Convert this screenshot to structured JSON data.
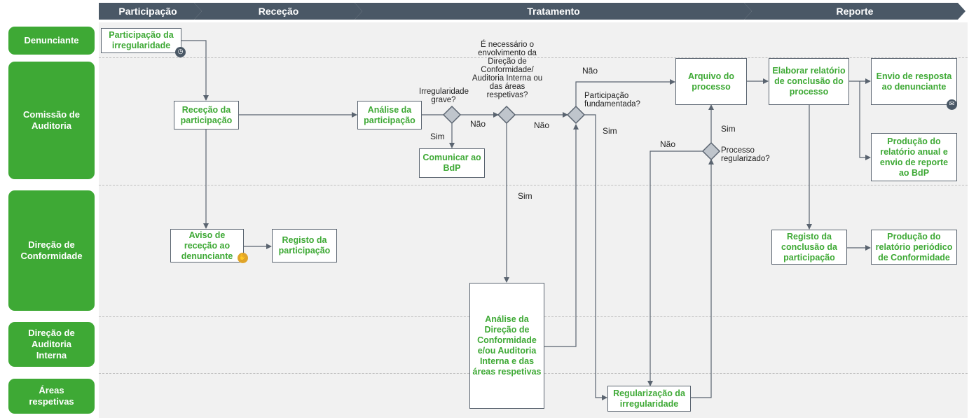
{
  "colors": {
    "lane_green": "#3ea935",
    "phase_bar": "#4a5866",
    "box_text": "#3ea935",
    "connector": "#5a6470",
    "decision_fill": "#bfc5cc",
    "badge_dark": "#4a5866",
    "badge_orange": "#e0a52a"
  },
  "phases": [
    "Participação",
    "Receção",
    "Tratamento",
    "Reporte"
  ],
  "lanes": [
    "Denunciante",
    "Comissão  de\nAuditoria",
    "Direção de\nConformidade",
    "Direção de\nAuditoria\nInterna",
    "Áreas\nrespetivas"
  ],
  "boxes": {
    "participacao": "Participação da\nirregularidade",
    "rececao": "Receção da\nparticipação",
    "analise": "Análise da\nparticipação",
    "comunicar": "Comunicar ao\nBdP",
    "aviso": "Aviso de\nreceção ao\ndenunciante",
    "registo": "Registo da\nparticipação",
    "analise_direcao": "Análise da\nDireção de\nConformidade\ne/ou Auditoria\nInterna e das\náreas respetivas",
    "arquivo": "Arquivo do\nprocesso",
    "regularizacao": "Regularização da\nirregularidade",
    "elaborar": "Elaborar relatório\nde conclusão do\nprocesso",
    "envio": "Envio de resposta\nao denunciante",
    "producao_anual": "Produção do\nrelatório anual e\nenvio de reporte\nao BdP",
    "registo_conclusao": "Registo da\nconclusão da\nparticipação",
    "producao_periodico": "Produção do\nrelatório periódico\nde Conformidade"
  },
  "decisions": {
    "grave": "Irregularidade\ngrave?",
    "envolvimento": "É necessário o\nenvolvimento da\nDireção de\nConformidade/\nAuditoria Interna ou\ndas áreas\nrespetivas?",
    "fundamentada": "Participação\nfundamentada?",
    "regularizado": "Processo\nregularizado?"
  },
  "edge_labels": {
    "grave_sim": "Sim",
    "grave_nao": "Não",
    "envolvimento_sim": "Sim",
    "envolvimento_nao": "Não",
    "fundamentada_nao": "Não",
    "fundamentada_sim": "Sim",
    "regularizado_sim": "Sim",
    "regularizado_nao": "Não"
  },
  "icons": {
    "participacao_badge": "clock-icon",
    "aviso_badge": "hand-icon",
    "envio_badge": "mail-icon"
  }
}
